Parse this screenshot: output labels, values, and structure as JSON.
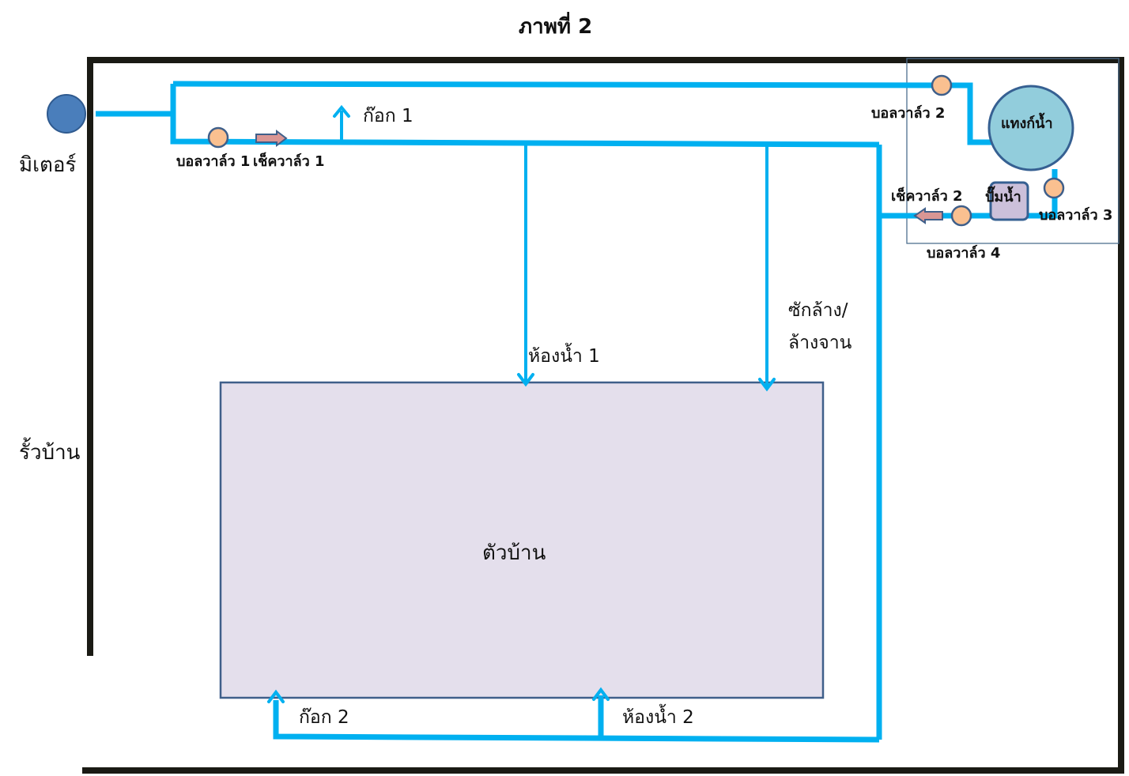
{
  "figure": {
    "title": "ภาพที่ 2"
  },
  "labels": {
    "meter": "มิเตอร์",
    "fence": "รั้วบ้าน",
    "house": "ตัวบ้าน",
    "tank": "แทงก์น้ำ",
    "pump": "ปั๊มน้ำ",
    "faucet_1": "ก๊อก 1",
    "faucet_2": "ก๊อก 2",
    "bathroom_1": "ห้องน้ำ 1",
    "bathroom_2": "ห้องน้ำ 2",
    "sink_line1": "ซักล้าง/",
    "sink_line2": "ล้างจาน",
    "ball_valve_1": "บอลวาล์ว 1",
    "ball_valve_2": "บอลวาล์ว 2",
    "ball_valve_3": "บอลวาล์ว 3",
    "ball_valve_4": "บอลวาล์ว 4",
    "check_valve_1": "เช็ควาล์ว 1",
    "check_valve_2": "เช็ควาล์ว 2"
  },
  "colors": {
    "pipe": "#00b0f0",
    "fence": "#1a1a14",
    "meter": "#4a7ebb",
    "meter_stroke": "#2f5a8f",
    "tank": "#92cddc",
    "tank_stroke": "#366092",
    "pump": "#ccc0da",
    "house": "#e4dfec",
    "house_stroke": "#3f5f8a",
    "valve": "#fac090",
    "valve_stroke": "#3f5f8a",
    "check_valve": "#d99694",
    "pump_area_border": "#4f6f8f"
  }
}
